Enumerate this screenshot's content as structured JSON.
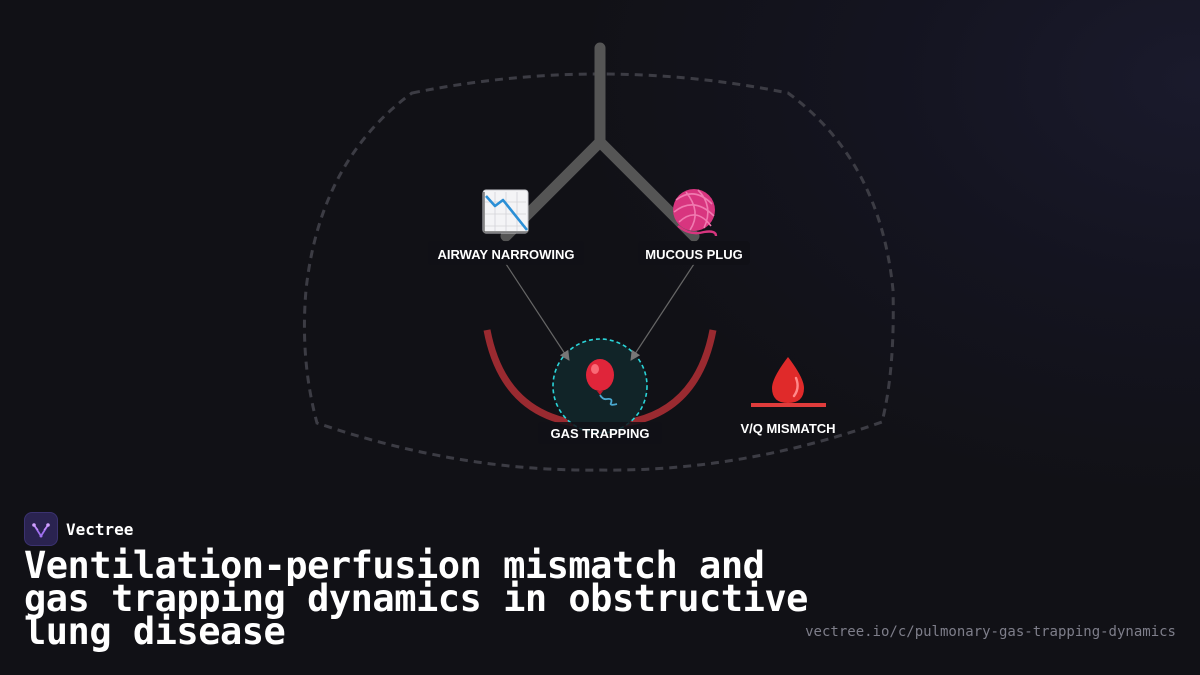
{
  "diagram": {
    "nodes": {
      "airway": {
        "label": "AIRWAY NARROWING",
        "icon": "chart-decreasing-icon"
      },
      "mucous": {
        "label": "MUCOUS PLUG",
        "icon": "yarn-ball-icon"
      },
      "gas": {
        "label": "GAS TRAPPING",
        "icon": "balloon-icon"
      },
      "vq": {
        "label": "V/Q MISMATCH",
        "icon": "blood-drop-icon"
      }
    },
    "edges": [
      {
        "from": "airway",
        "to": "gas"
      },
      {
        "from": "mucous",
        "to": "gas"
      }
    ],
    "colors": {
      "lung_outline": "#3c3c44",
      "trachea": "#555555",
      "alveolar_arc": "#9a2a30",
      "gas_ring": "#2ad4d8",
      "vq_bar": "#e03c3c",
      "arrow": "#777777"
    }
  },
  "brand": {
    "name": "Vectree"
  },
  "title": "Ventilation-perfusion mismatch and\ngas trapping dynamics in obstructive\nlung disease",
  "source_url": "vectree.io/c/pulmonary-gas-trapping-dynamics"
}
